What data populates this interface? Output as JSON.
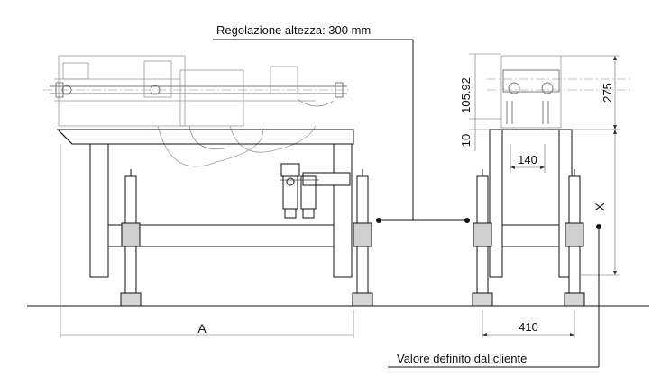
{
  "labels": {
    "height_adjustment": "Regolazione altezza: 300 mm",
    "customer_value": "Valore definito dal cliente",
    "dim_a": "A",
    "dim_x": "X",
    "dim_410": "410",
    "dim_140": "140",
    "dim_275": "275",
    "dim_105_92": "105.92",
    "dim_10": "10"
  }
}
